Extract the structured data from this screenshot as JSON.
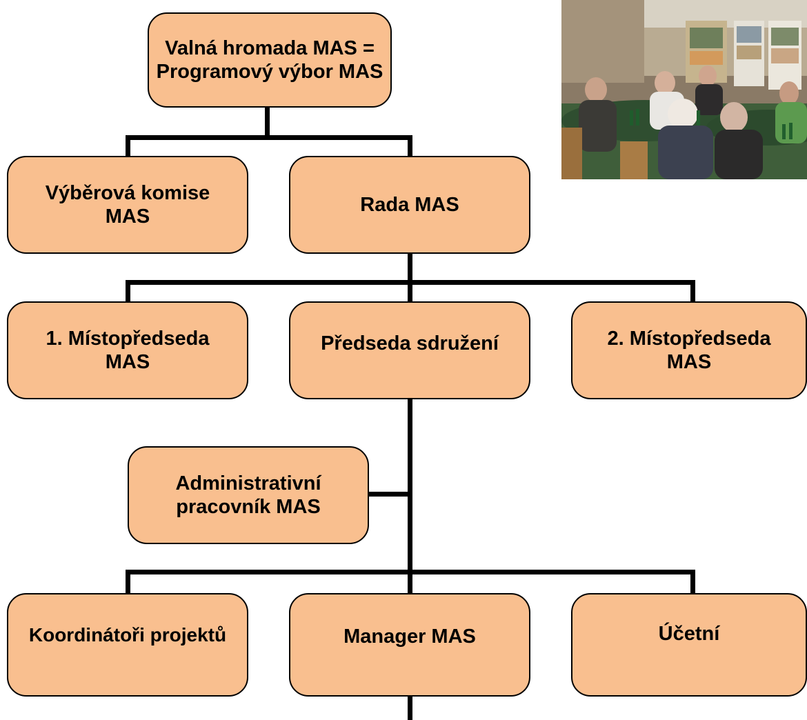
{
  "org_chart": {
    "general_assembly": "Valná hromada MAS = Programový výbor MAS",
    "selection_committee": "Výběrová komise MAS",
    "board": "Rada MAS",
    "vice_chair_1": "1. Místopředseda MAS",
    "chair": "Předseda sdružení",
    "vice_chair_2": "2. Místopředseda MAS",
    "admin_worker": "Administrativní pracovník MAS",
    "project_coordinators": "Koordinátoři projektů",
    "manager": "Manager MAS",
    "accountant": "Účetní"
  },
  "colors": {
    "box_fill": "#f9bf8f",
    "box_border": "#000000",
    "connector": "#000000"
  }
}
